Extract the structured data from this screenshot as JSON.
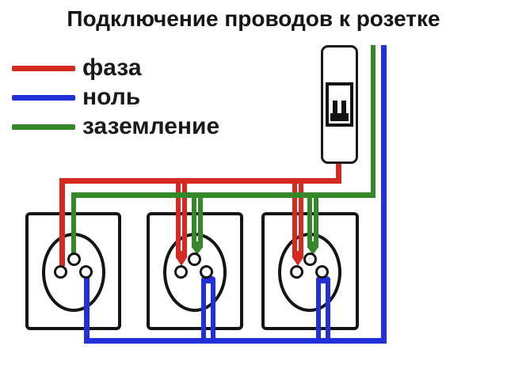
{
  "title": "Подключение проводов к розетке",
  "legend": {
    "items": [
      {
        "id": "phase",
        "label": "фаза",
        "color": "#d42a20"
      },
      {
        "id": "neutral",
        "label": "ноль",
        "color": "#2230d8"
      },
      {
        "id": "ground",
        "label": "заземление",
        "color": "#35882a"
      }
    ]
  },
  "colors": {
    "phase": "#d42a20",
    "neutral": "#2230d8",
    "ground": "#35882a",
    "outline": "#141414",
    "background": "#ffffff"
  },
  "components": {
    "breaker": "circuit-breaker",
    "sockets": [
      "socket-1",
      "socket-2",
      "socket-3"
    ]
  }
}
